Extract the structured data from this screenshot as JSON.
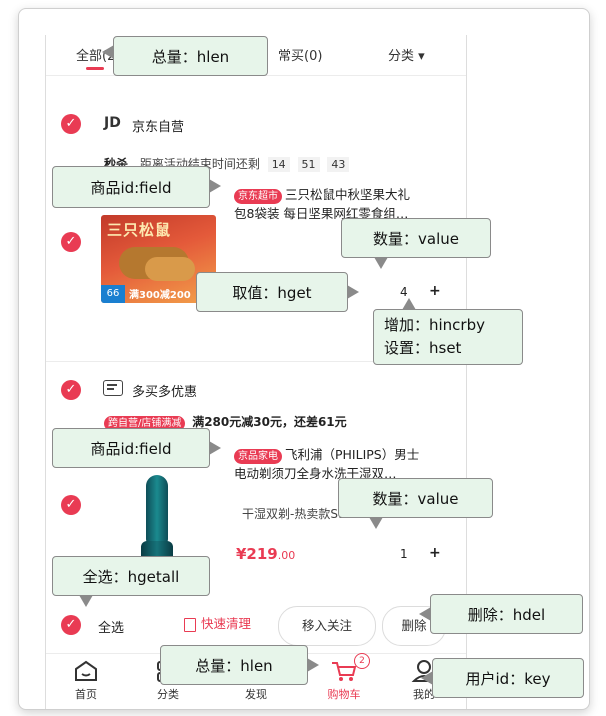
{
  "tabs": {
    "all": "全部(2)",
    "often": "常买(0)",
    "category": "分类 ▾"
  },
  "store1": {
    "logo": "JD",
    "name": "京东自营",
    "flash_label": "秒杀",
    "flash_text": "距离活动结束时间还剩",
    "timer": [
      "14",
      "51",
      "43"
    ]
  },
  "product1": {
    "tag": "京东超市",
    "title_line1": "三只松鼠中秋坚果大礼",
    "title_line2": "包8袋装 每日坚果网红零食组…",
    "img_text": "三只松鼠",
    "img_promo": "满300减200",
    "img_price": "66",
    "qty": "4",
    "plus": "+"
  },
  "store2": {
    "name": "多买多优惠",
    "promo_tag": "跨自营/店铺满减",
    "promo_text": "满280元减30元，还差61元"
  },
  "product2": {
    "tag": "京品家电",
    "title_line1": "飞利浦（PHILIPS）男士",
    "title_line2": "电动剃须刀全身水洗干湿双…",
    "variant": "干湿双剃-热卖款S10",
    "price_main": "¥219",
    "price_dec": ".00",
    "qty": "1",
    "plus": "+"
  },
  "bottom": {
    "select_all": "全选",
    "quick_clean": "快速清理",
    "move_follow": "移入关注",
    "delete": "删除"
  },
  "nav": {
    "home": "首页",
    "category": "分类",
    "discover": "发现",
    "cart": "购物车",
    "cart_badge": "2",
    "mine": "我的"
  },
  "callouts": {
    "total_top": "总量：hlen",
    "field1": "商品id:field",
    "value1": "数量：value",
    "hget": "取值：hget",
    "hincrby": "增加：hincrby",
    "hset": "设置：hset",
    "field2": "商品id:field",
    "value2": "数量：value",
    "hgetall": "全选：hgetall",
    "hdel": "删除：hdel",
    "total_bottom": "总量：hlen",
    "key": "用户id：key"
  },
  "colors": {
    "accent": "#e93b53",
    "callout_bg": "#e7f5ea",
    "callout_border": "#8a8a8a"
  }
}
